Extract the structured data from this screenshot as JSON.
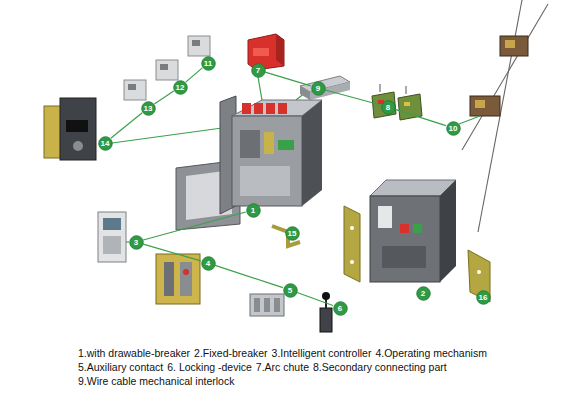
{
  "diagram": {
    "nodes": [
      {
        "text": [
          "11"
        ]
      },
      {
        "text": [
          "7"
        ]
      },
      {
        "text": [
          "12"
        ]
      },
      {
        "text": [
          "9"
        ]
      },
      {
        "text": [
          "13"
        ]
      },
      {
        "text": [
          "8"
        ]
      },
      {
        "text": [
          "10"
        ]
      },
      {
        "text": [
          "14"
        ]
      },
      {
        "text": [
          "1"
        ]
      },
      {
        "text": [
          "15"
        ]
      },
      {
        "text": [
          "3"
        ]
      },
      {
        "text": [
          "4"
        ]
      },
      {
        "text": [
          "5"
        ]
      },
      {
        "text": [
          "2"
        ]
      },
      {
        "text": [
          "16"
        ]
      },
      {
        "text": [
          "6"
        ]
      }
    ],
    "edges": [
      {
        "from": 7,
        "to": 4,
        "arrow": "none"
      },
      {
        "from": 4,
        "to": 2,
        "arrow": "none"
      },
      {
        "from": 2,
        "to": 0,
        "arrow": "none"
      },
      {
        "from": 1,
        "to": 3,
        "arrow": "none"
      },
      {
        "from": 3,
        "to": 5,
        "arrow": "none"
      },
      {
        "from": 5,
        "to": 6,
        "arrow": "none"
      },
      {
        "from": 8,
        "to": 10,
        "arrow": "none"
      },
      {
        "from": 10,
        "to": 11,
        "arrow": "none"
      },
      {
        "from": 11,
        "to": 12,
        "arrow": "none"
      },
      {
        "from": 12,
        "to": 15,
        "arrow": "none"
      }
    ],
    "labels": [
      "1.with drawable-breaker",
      "2.Fixed-breaker",
      "3.Intelligent controller",
      "4.Operating mechanism",
      "5.Auxiliary contact",
      "6. Locking -device",
      "7.Arc chute",
      "8.Secondary connecting part",
      "9.Wire cable mechanical interlock"
    ]
  }
}
